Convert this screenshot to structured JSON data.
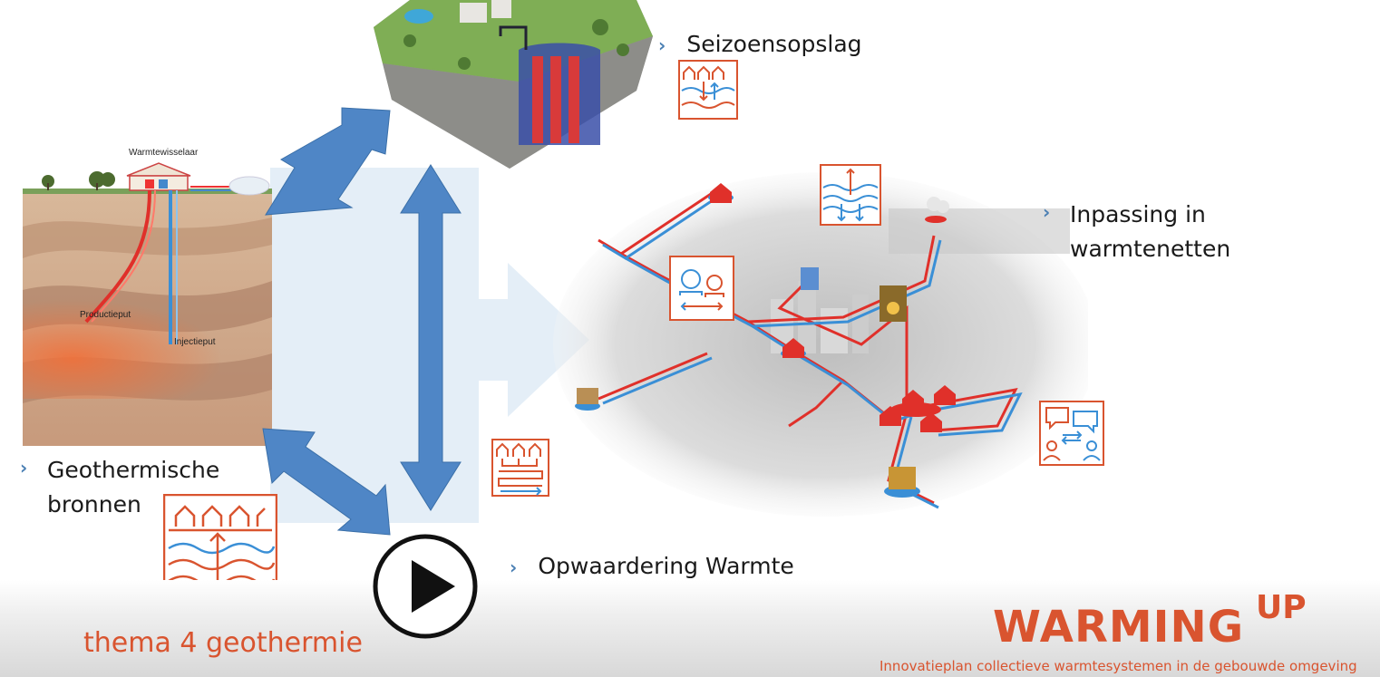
{
  "labels": {
    "seizoensopslag": "Seizoensopslag",
    "inpassing_line1": "Inpassing in",
    "inpassing_line2": "warmtenetten",
    "geothermische_line1": "Geothermische",
    "geothermische_line2": "bronnen",
    "opwaardering": "Opwaardering Warmte"
  },
  "diagram_labels": {
    "warmtewisselaar": "Warmtewisselaar",
    "productieput": "Productieput",
    "injectieput": "Injectieput"
  },
  "footer": {
    "theme": "thema 4 geothermie",
    "brand_main": "WARMING",
    "brand_sup": "UP",
    "tagline": "Innovatieplan collectieve warmtesystemen in de gebouwde omgeving"
  },
  "icons": {
    "bullet": "chevron-right-icon",
    "play": "play-icon",
    "storage": "seasonal-storage-icon",
    "geothermal": "geothermal-source-icon",
    "network": "heat-network-icon",
    "upgrade": "heat-upgrade-icon",
    "participation": "stakeholders-icon",
    "water": "water-heat-icon"
  },
  "colors": {
    "accent_orange": "#d9542f",
    "arrow_blue": "#4f86c6",
    "hot_red": "#e0302a",
    "cold_blue": "#3a8fd6",
    "panel_blue": "#e4eef7"
  }
}
